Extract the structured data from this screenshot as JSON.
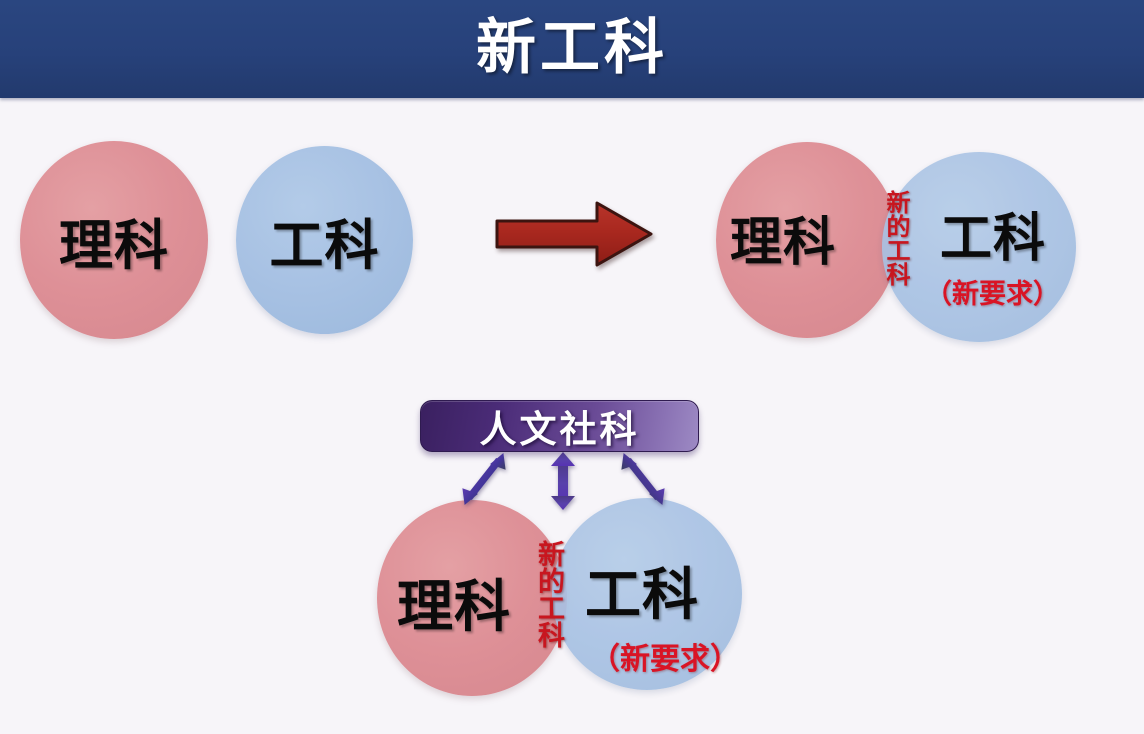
{
  "banner": {
    "title": "新工科",
    "bg_color": "#27417A",
    "text_color": "#FFFFFF"
  },
  "page": {
    "background_color": "#F6F4F8"
  },
  "palette": {
    "science_circle": "#DE9097",
    "engineering_circle": "#A7C1E3",
    "highlight_red": "#C8161F",
    "arrow_red": "#A82A22",
    "humanities_purple_dark": "#3A2060",
    "humanities_purple_light": "#9D8AC4",
    "small_arrow_purple": "#4B2D8E"
  },
  "before_group": {
    "science": {
      "label": "理科"
    },
    "engineering": {
      "label": "工科"
    }
  },
  "transform_arrow": {
    "icon": "right-arrow-icon",
    "direction": "right",
    "color": "#A82A22"
  },
  "after_group": {
    "science": {
      "label": "理科"
    },
    "engineering": {
      "label": "工科",
      "note": "（新要求）"
    },
    "intersection": {
      "label": "新的工科"
    }
  },
  "humanities": {
    "label": "人文社科"
  },
  "connector_arrows": [
    {
      "icon": "double-arrow-diagonal-left-icon",
      "direction": "bidirectional-diagonal-left"
    },
    {
      "icon": "double-arrow-vertical-icon",
      "direction": "bidirectional-vertical"
    },
    {
      "icon": "double-arrow-diagonal-right-icon",
      "direction": "bidirectional-diagonal-right"
    }
  ],
  "bottom_group": {
    "science": {
      "label": "理科"
    },
    "engineering": {
      "label": "工科",
      "note": "（新要求）"
    },
    "intersection": {
      "label": "新的工科"
    }
  }
}
